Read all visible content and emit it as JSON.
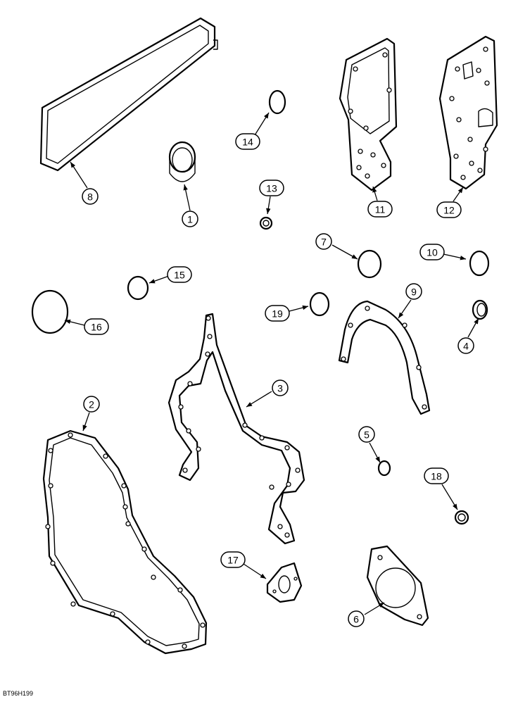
{
  "diagram": {
    "figure_code": "BT96H199",
    "callouts": [
      {
        "label": "1"
      },
      {
        "label": "2"
      },
      {
        "label": "3"
      },
      {
        "label": "4"
      },
      {
        "label": "5"
      },
      {
        "label": "6"
      },
      {
        "label": "7"
      },
      {
        "label": "8"
      },
      {
        "label": "9"
      },
      {
        "label": "10"
      },
      {
        "label": "11"
      },
      {
        "label": "12"
      },
      {
        "label": "13"
      },
      {
        "label": "14"
      },
      {
        "label": "15"
      },
      {
        "label": "16"
      },
      {
        "label": "17"
      },
      {
        "label": "18"
      },
      {
        "label": "19"
      }
    ]
  }
}
